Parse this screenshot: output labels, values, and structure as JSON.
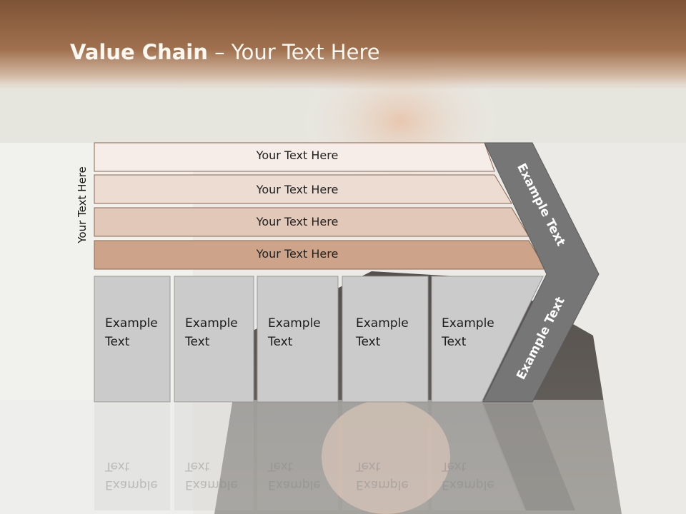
{
  "title": {
    "bold": "Value Chain",
    "rest": " – Your Text Here"
  },
  "side_label": "Your Text Here",
  "rows": [
    "Your Text Here",
    "Your Text Here",
    "Your Text Here",
    "Your Text Here"
  ],
  "columns": [
    {
      "line1": "Example",
      "line2": "Text"
    },
    {
      "line1": "Example",
      "line2": "Text"
    },
    {
      "line1": "Example",
      "line2": "Text"
    },
    {
      "line1": "Example",
      "line2": "Text"
    },
    {
      "line1": "Example",
      "line2": "Text"
    }
  ],
  "chevron": {
    "upper": "Example Text",
    "lower": "Example Text"
  },
  "colors": {
    "header": "#8b5c3c",
    "row1": "#f6ede8",
    "row2": "#ecdcd2",
    "row3": "#e2c8b8",
    "row4": "#cda48a",
    "column": "#cbcbcb",
    "chevron": "#767676"
  }
}
